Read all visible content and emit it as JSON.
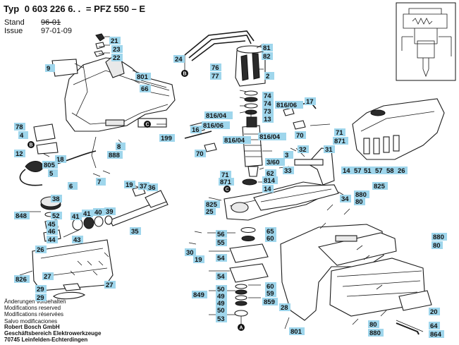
{
  "header": {
    "typ_label": "Typ",
    "typ_number": "0 603 226 6. .",
    "model": "= PFZ 550 – E",
    "stand_label": "Stand",
    "stand_value": "96-01",
    "issue_label": "Issue",
    "issue_value": "97-01-09"
  },
  "notes": [
    "Änderungen vorbehalten",
    "Modifications reserved",
    "Modifications réservées",
    "Salvo modificaciones"
  ],
  "address": [
    "Robert Bosch GmbH",
    "Geschäftsbereich Elektrowerkzeuge",
    "70745 Leinfelden-Echterdingen"
  ],
  "ref_letters": [
    "A",
    "B",
    "C"
  ],
  "callouts": [
    "9",
    "21",
    "23",
    "22",
    "801",
    "66",
    "24",
    "76",
    "77",
    "81",
    "82",
    "2",
    "74",
    "74",
    "73",
    "13",
    "816/06",
    "17",
    "816/04",
    "816/04",
    "816/06",
    "70",
    "16",
    "816/04",
    "3",
    "3/60",
    "70",
    "62",
    "814",
    "14",
    "32",
    "33",
    "31",
    "71",
    "871",
    "71",
    "871",
    "78",
    "4",
    "12",
    "18",
    "805",
    "5",
    "6",
    "7",
    "19",
    "37",
    "36",
    "199",
    "8",
    "888",
    "38",
    "848",
    "52",
    "45",
    "46",
    "44",
    "43",
    "41",
    "41",
    "40",
    "39",
    "35",
    "26",
    "27",
    "826",
    "29",
    "29",
    "27",
    "56",
    "55",
    "65",
    "60",
    "54",
    "54",
    "849",
    "50",
    "49",
    "49",
    "50",
    "50",
    "60",
    "59",
    "859",
    "53",
    "28",
    "801",
    "825",
    "25",
    "34",
    "880",
    "80",
    "880",
    "80",
    "20",
    "80",
    "880",
    "64",
    "864",
    "825",
    "14",
    "57",
    "51",
    "57",
    "58",
    "26",
    "30",
    "19"
  ]
}
